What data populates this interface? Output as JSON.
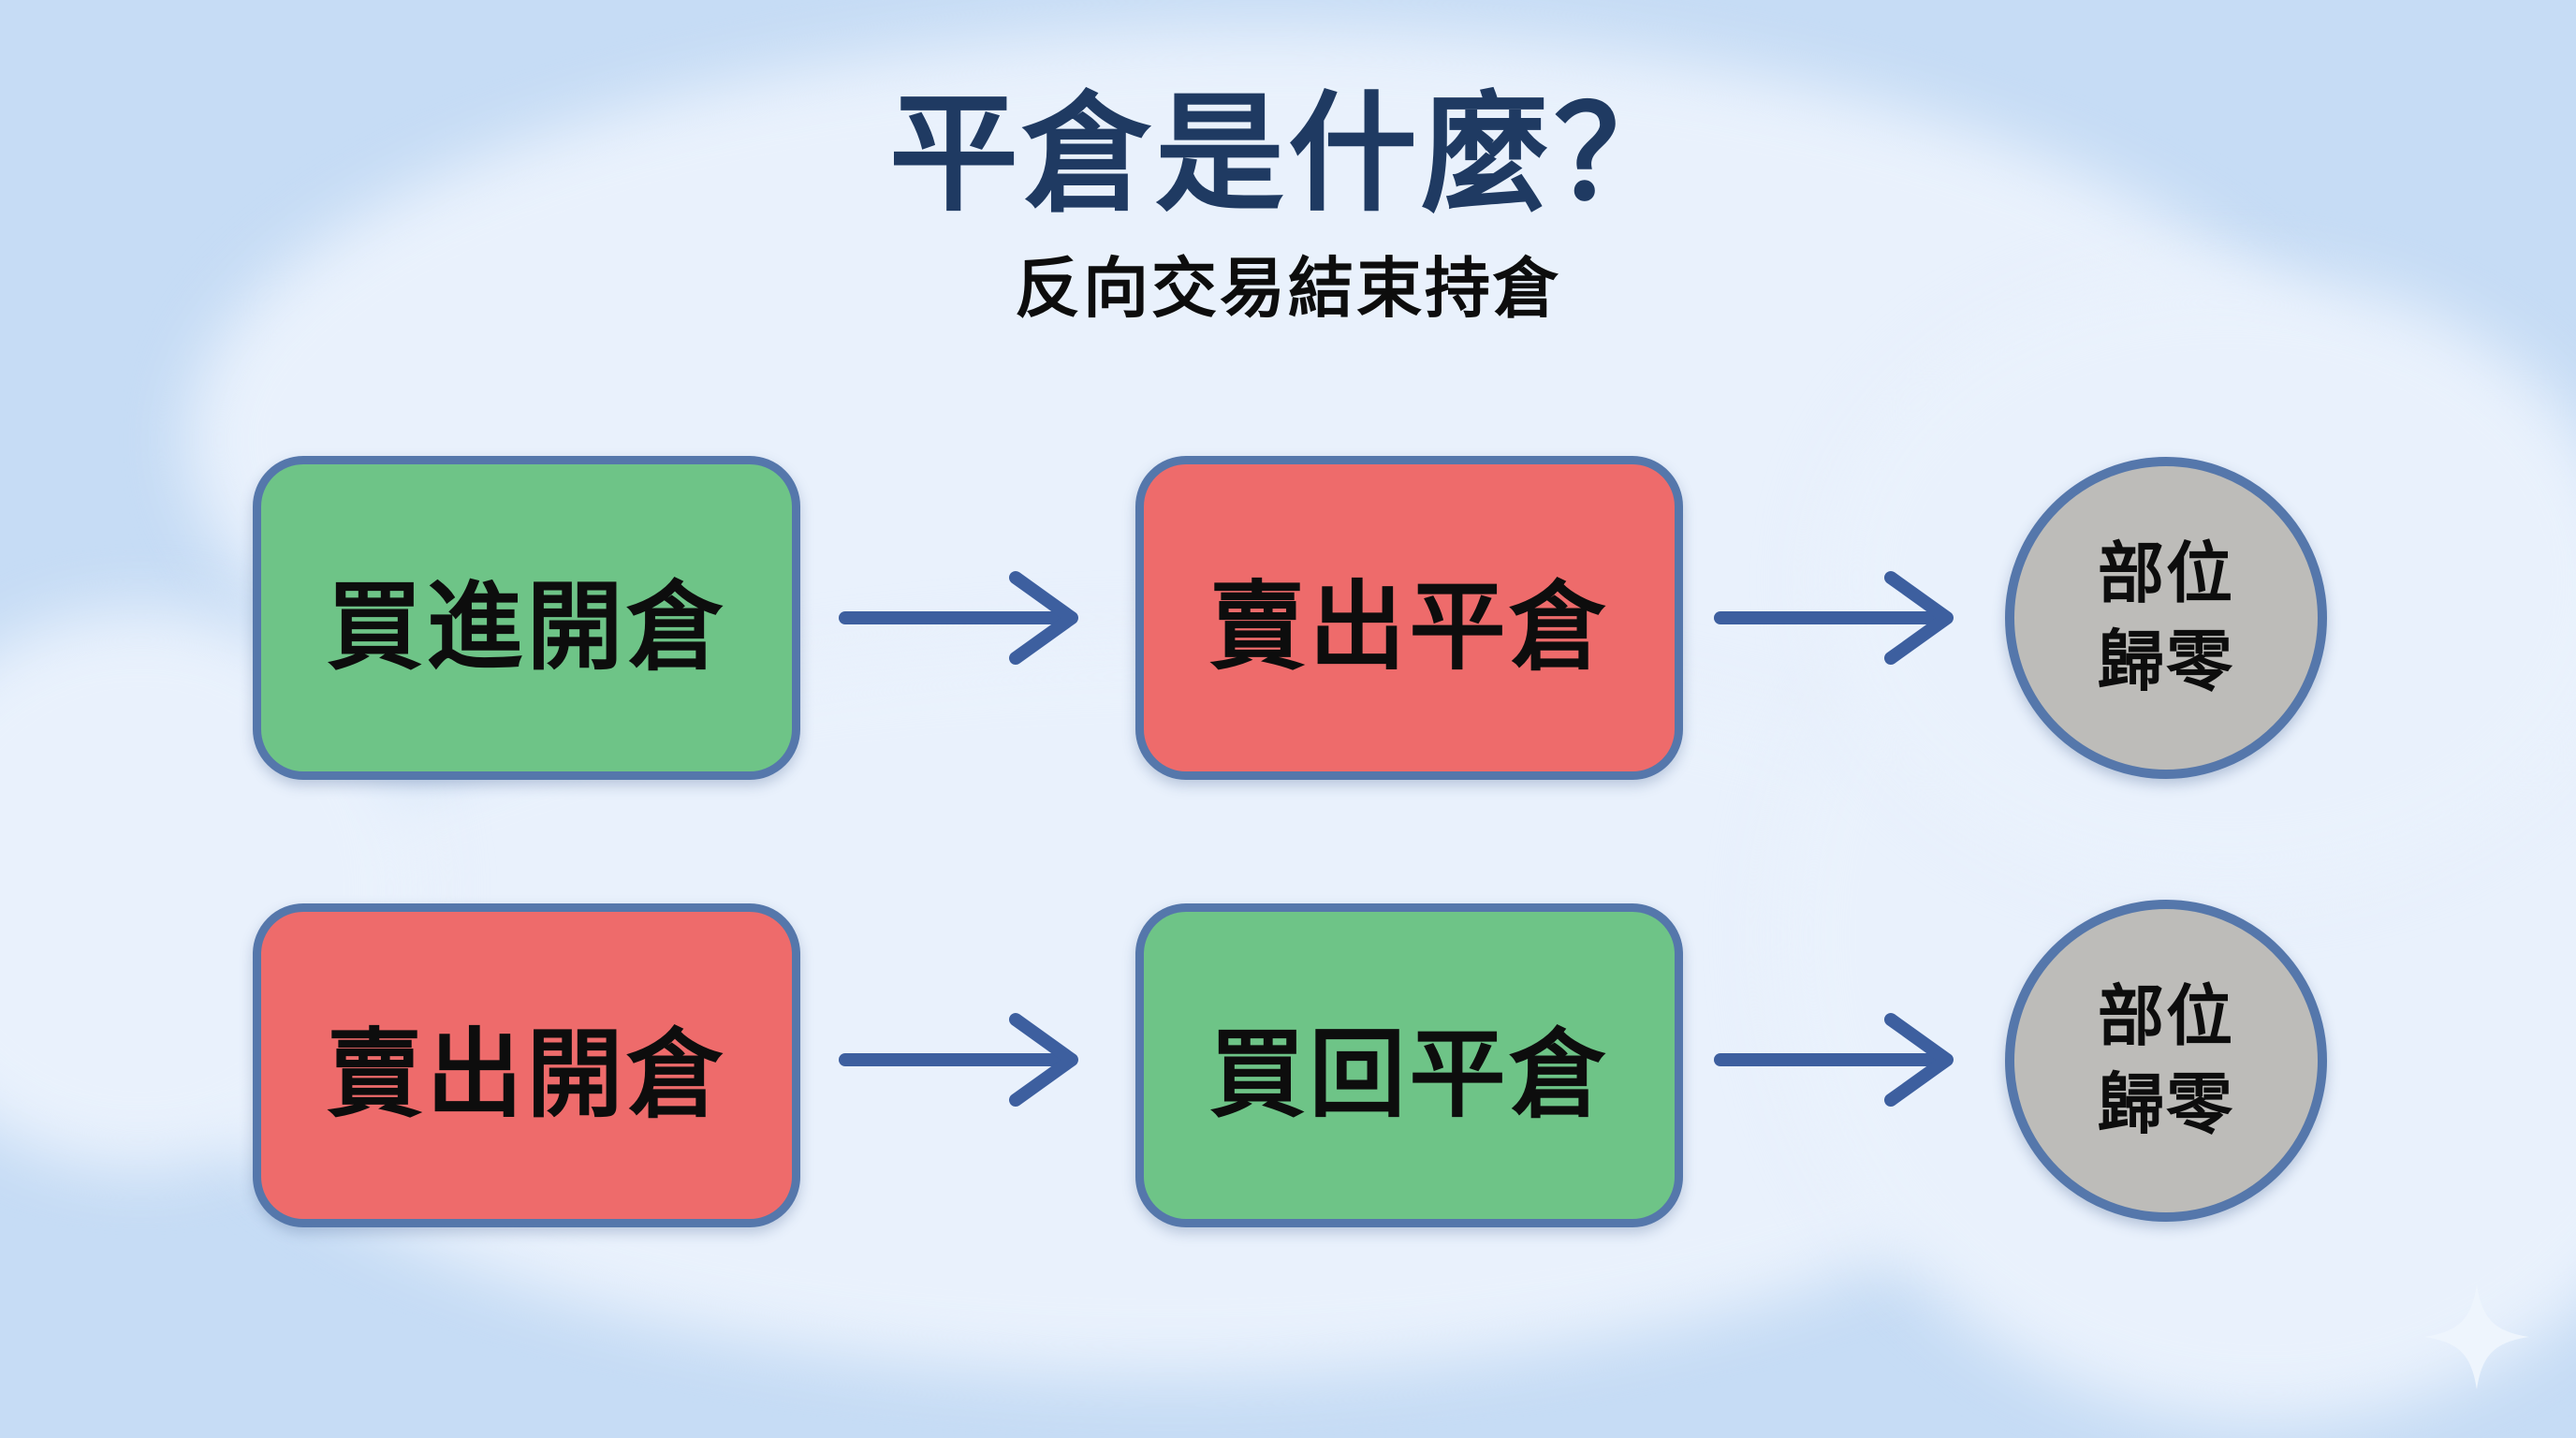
{
  "title": "平倉是什麼？",
  "subtitle": "反向交易結束持倉",
  "rows": [
    {
      "start": {
        "label": "買進開倉",
        "variant": "green"
      },
      "mid": {
        "label": "賣出平倉",
        "variant": "red"
      },
      "end": {
        "lines": [
          "部位",
          "歸零"
        ]
      }
    },
    {
      "start": {
        "label": "賣出開倉",
        "variant": "red"
      },
      "mid": {
        "label": "買回平倉",
        "variant": "green"
      },
      "end": {
        "lines": [
          "部位",
          "歸零"
        ]
      }
    }
  ],
  "icons": {
    "sparkle": "four-point-star-sparkle",
    "arrow": "right-arrow"
  },
  "colors": {
    "green": "#6ec487",
    "red": "#ee6b6b",
    "gray": "#bdbcb9",
    "border": "#5577ab",
    "arrow": "#3d5f9f",
    "title": "#1f3a62",
    "text": "#0d0d0d",
    "bg-base": "#c6dcf5",
    "bg-light": "#e9f1fc"
  }
}
